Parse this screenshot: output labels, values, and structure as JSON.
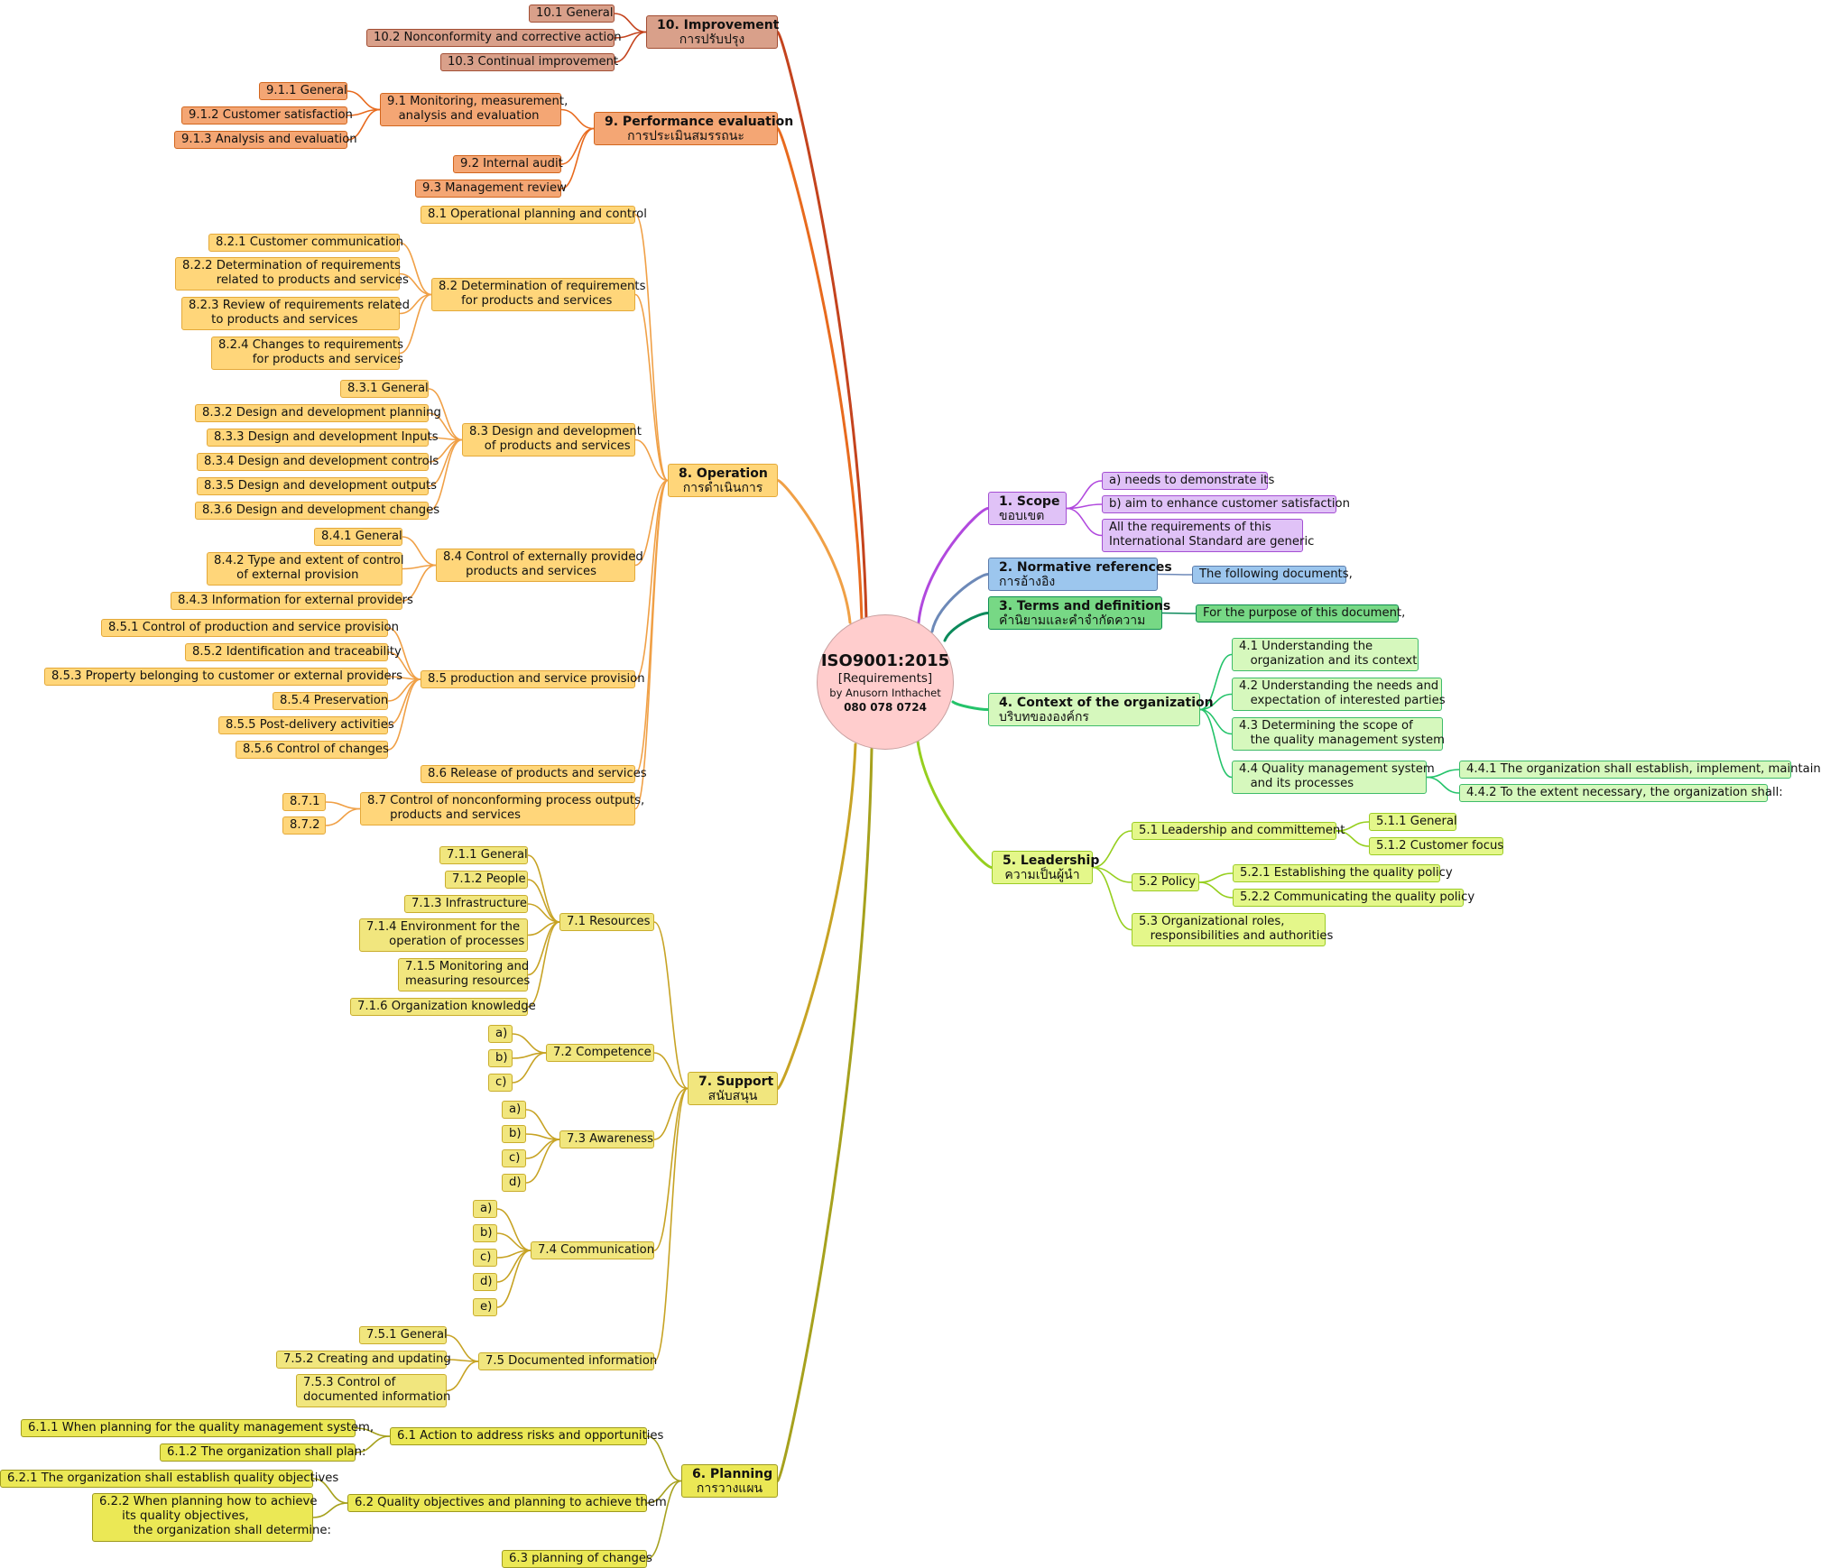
{
  "palette": {
    "improvement": {
      "fill": "#d9a08a",
      "border": "#a24e34",
      "line": "#c4431d"
    },
    "performance": {
      "fill": "#f4a674",
      "border": "#d2661e",
      "line": "#e86a1d"
    },
    "operation": {
      "fill": "#ffd67a",
      "border": "#e4a93a",
      "line": "#f0a046"
    },
    "support": {
      "fill": "#f1e67e",
      "border": "#c9ad2d",
      "line": "#c7a324"
    },
    "planning": {
      "fill": "#ebe855",
      "border": "#9e9a1e",
      "line": "#a6a11d"
    },
    "leadership": {
      "fill": "#e4f78a",
      "border": "#9ccc26",
      "line": "#96cf1f"
    },
    "context": {
      "fill": "#d6f8bd",
      "border": "#3fbc6a",
      "line": "#24c36a"
    },
    "terms": {
      "fill": "#77d885",
      "border": "#0e8f52",
      "line": "#0c8a5b"
    },
    "normative": {
      "fill": "#9cc6ee",
      "border": "#5c7cab",
      "line": "#6d89b8"
    },
    "scope": {
      "fill": "#e0c2f7",
      "border": "#a44fd3",
      "line": "#b149de"
    }
  },
  "center": {
    "title": "ISO9001:2015",
    "subtitle": "[Requirements]",
    "byline": "by Anusorn Inthachet",
    "phone": "080 078 0724"
  },
  "nodes": {
    "imp": {
      "title": "10. Improvement",
      "sub": "การปรับปรุง"
    },
    "imp1": {
      "text": "10.1 General"
    },
    "imp2": {
      "text": "10.2 Nonconformity and corrective action"
    },
    "imp3": {
      "text": "10.3 Continual improvement"
    },
    "perf": {
      "title": "9. Performance evaluation",
      "sub": "การประเมินสมรรถนะ"
    },
    "p91": {
      "text": "9.1 Monitoring, measurement,\n   analysis and evaluation"
    },
    "p911": {
      "text": "9.1.1 General"
    },
    "p912": {
      "text": "9.1.2 Customer satisfaction"
    },
    "p913": {
      "text": "9.1.3 Analysis and evaluation"
    },
    "p92": {
      "text": "9.2 Internal audit"
    },
    "p93": {
      "text": "9.3 Management review"
    },
    "op": {
      "title": "8. Operation",
      "sub": "การดำเนินการ"
    },
    "o81": {
      "text": "8.1 Operational planning and control"
    },
    "o82": {
      "text": "8.2 Determination of requirements\n      for products and services"
    },
    "o821": {
      "text": "8.2.1 Customer communication"
    },
    "o822": {
      "text": "8.2.2 Determination of requirements\n         related to products and services"
    },
    "o823": {
      "text": "8.2.3 Review of requirements related\n      to products and services"
    },
    "o824": {
      "text": "8.2.4 Changes to requirements\n         for products and services"
    },
    "o83": {
      "text": "8.3 Design and development\n    of products and services"
    },
    "o831": {
      "text": "8.3.1 General"
    },
    "o832": {
      "text": "8.3.2 Design and development planning"
    },
    "o833": {
      "text": "8.3.3 Design and development Inputs"
    },
    "o834": {
      "text": "8.3.4 Design and development controls"
    },
    "o835": {
      "text": "8.3.5 Design and development outputs"
    },
    "o836": {
      "text": "8.3.6 Design and development changes"
    },
    "o84": {
      "text": "8.4 Control of externally provided\n      products and services"
    },
    "o841": {
      "text": "8.4.1 General"
    },
    "o842": {
      "text": "8.4.2 Type and extent of control\n      of external provision"
    },
    "o843": {
      "text": "8.4.3 Information for external providers"
    },
    "o85": {
      "text": "8.5 production and service provision"
    },
    "o851": {
      "text": "8.5.1 Control of production and service provision"
    },
    "o852": {
      "text": "8.5.2 Identification and traceability"
    },
    "o853": {
      "text": "8.5.3 Property belonging to customer or external providers"
    },
    "o854": {
      "text": "8.5.4 Preservation"
    },
    "o855": {
      "text": "8.5.5 Post-delivery activities"
    },
    "o856": {
      "text": "8.5.6 Control of changes"
    },
    "o86": {
      "text": "8.6 Release of products and services"
    },
    "o87": {
      "text": "8.7 Control of nonconforming process outputs,\n      products and services"
    },
    "o871": {
      "text": "8.7.1"
    },
    "o872": {
      "text": "8.7.2"
    },
    "sup": {
      "title": "7. Support",
      "sub": "สนับสนุน"
    },
    "s71": {
      "text": "7.1 Resources"
    },
    "s711": {
      "text": "7.1.1 General"
    },
    "s712": {
      "text": "7.1.2 People"
    },
    "s713": {
      "text": "7.1.3 Infrastructure"
    },
    "s714": {
      "text": "7.1.4 Environment for the\n      operation of processes"
    },
    "s715": {
      "text": "7.1.5 Monitoring and\nmeasuring resources"
    },
    "s716": {
      "text": "7.1.6 Organization knowledge"
    },
    "s72": {
      "text": "7.2 Competence"
    },
    "s72a": {
      "text": "a)"
    },
    "s72b": {
      "text": "b)"
    },
    "s72c": {
      "text": "c)"
    },
    "s73": {
      "text": "7.3 Awareness"
    },
    "s73a": {
      "text": "a)"
    },
    "s73b": {
      "text": "b)"
    },
    "s73c": {
      "text": "c)"
    },
    "s73d": {
      "text": "d)"
    },
    "s74": {
      "text": "7.4 Communication"
    },
    "s74a": {
      "text": "a)"
    },
    "s74b": {
      "text": "b)"
    },
    "s74c": {
      "text": "c)"
    },
    "s74d": {
      "text": "d)"
    },
    "s74e": {
      "text": "e)"
    },
    "s75": {
      "text": "7.5 Documented information"
    },
    "s751": {
      "text": "7.5.1 General"
    },
    "s752": {
      "text": "7.5.2 Creating and updating"
    },
    "s753": {
      "text": "7.5.3 Control of\ndocumented information"
    },
    "plan": {
      "title": "6. Planning",
      "sub": "การวางแผน"
    },
    "pl61": {
      "text": "6.1 Action to address risks and opportunities"
    },
    "pl611": {
      "text": "6.1.1 When planning for the quality management system,"
    },
    "pl612": {
      "text": "6.1.2 The organization shall plan:"
    },
    "pl62": {
      "text": "6.2 Quality objectives and planning to achieve them"
    },
    "pl621": {
      "text": "6.2.1 The organization shall establish quality objectives"
    },
    "pl622": {
      "text": "6.2.2 When planning how to achieve\n      its quality objectives,\n         the organization shall determine:"
    },
    "pl63": {
      "text": "6.3 planning of changes"
    },
    "lead": {
      "title": "5. Leadership",
      "sub": "ความเป็นผู้นำ"
    },
    "l51": {
      "text": "5.1 Leadership and committement"
    },
    "l511": {
      "text": "5.1.1 General"
    },
    "l512": {
      "text": "5.1.2 Customer focus"
    },
    "l52": {
      "text": "5.2 Policy"
    },
    "l521": {
      "text": "5.2.1 Establishing the quality policy"
    },
    "l522": {
      "text": "5.2.2 Communicating the quality policy"
    },
    "l53": {
      "text": "5.3 Organizational roles,\n   responsibilities and authorities"
    },
    "ctx": {
      "title": "4. Context of the organization",
      "sub": "บริบทขององค์กร"
    },
    "c41": {
      "text": "4.1 Understanding the\n   organization and its context"
    },
    "c42": {
      "text": "4.2 Understanding the needs and\n   expectation of interested parties"
    },
    "c43": {
      "text": "4.3 Determining the scope of\n   the quality management system"
    },
    "c44": {
      "text": "4.4 Quality management system\n   and its processes"
    },
    "c441": {
      "text": "4.4.1 The organization shall establish, implement, maintain"
    },
    "c442": {
      "text": "4.4.2 To the extent necessary, the organization shall:"
    },
    "terms": {
      "title": "3. Terms and definitions",
      "sub": "คำนิยามและคำจำกัดความ"
    },
    "t1": {
      "text": "For the purpose of this document,"
    },
    "norm": {
      "title": "2. Normative references",
      "sub": "การอ้างอิง"
    },
    "n1": {
      "text": "The following documents,"
    },
    "scope": {
      "title": "1. Scope",
      "sub": "ขอบเขต"
    },
    "sc1": {
      "text": "a) needs to demonstrate its"
    },
    "sc2": {
      "text": "b) aim to enhance customer satisfaction"
    },
    "sc3": {
      "text": "All the requirements of this\nInternational Standard are generic"
    }
  }
}
